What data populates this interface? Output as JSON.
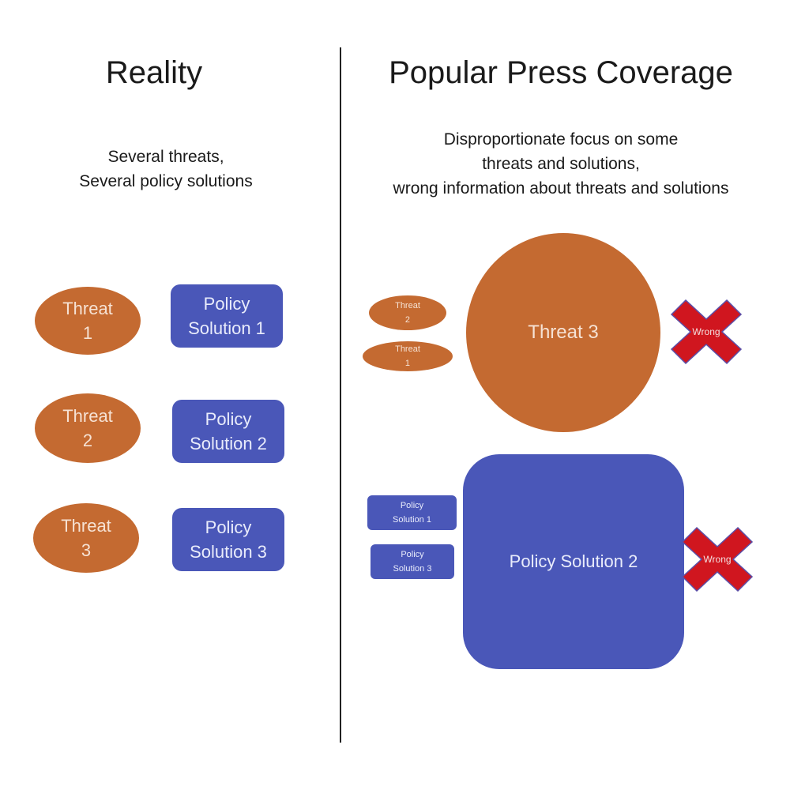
{
  "colors": {
    "threat": "#c46a31",
    "solution": "#4a57b8",
    "wrong_mark": "#d0161f",
    "wrong_outline": "#5b4fa8"
  },
  "left": {
    "title": "Reality",
    "subtitle": [
      "Several threats,",
      "Several policy solutions"
    ],
    "threats": [
      {
        "label": [
          "Threat",
          "1"
        ]
      },
      {
        "label": [
          "Threat",
          "2"
        ]
      },
      {
        "label": [
          "Threat",
          "3"
        ]
      }
    ],
    "solutions": [
      {
        "label": [
          "Policy",
          "Solution 1"
        ]
      },
      {
        "label": [
          "Policy",
          "Solution 2"
        ]
      },
      {
        "label": [
          "Policy",
          "Solution 3"
        ]
      }
    ]
  },
  "right": {
    "title": "Popular Press Coverage",
    "subtitle": [
      "Disproportionate focus on some",
      "threats and solutions,",
      "wrong information about threats and solutions"
    ],
    "small_threats": [
      {
        "label": [
          "Threat",
          "2"
        ]
      },
      {
        "label": [
          "Threat",
          "1"
        ]
      }
    ],
    "big_threat": {
      "label": "Threat 3"
    },
    "small_solutions": [
      {
        "label": [
          "Policy",
          "Solution 1"
        ]
      },
      {
        "label": [
          "Policy",
          "Solution 3"
        ]
      }
    ],
    "big_solution": {
      "label": "Policy Solution 2"
    },
    "wrong_marks": [
      {
        "label": "Wrong",
        "icon": "x-mark-icon"
      },
      {
        "label": "Wrong",
        "icon": "x-mark-icon"
      }
    ]
  }
}
